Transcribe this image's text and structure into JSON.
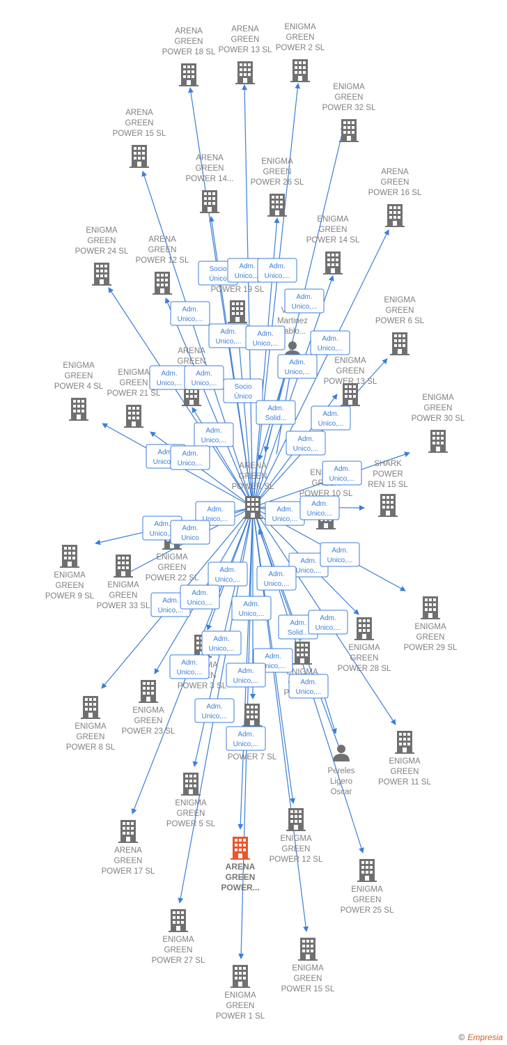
{
  "center": {
    "label": [
      "ARENA",
      "GREEN",
      "POWER  SL"
    ]
  },
  "nodes": [
    {
      "id": "ag18",
      "label": [
        "ARENA",
        "GREEN",
        "POWER 18  SL"
      ],
      "type": "company"
    },
    {
      "id": "ag13",
      "label": [
        "ARENA",
        "GREEN",
        "POWER 13  SL"
      ],
      "type": "company"
    },
    {
      "id": "eg2",
      "label": [
        "ENIGMA",
        "GREEN",
        "POWER 2  SL"
      ],
      "type": "company"
    },
    {
      "id": "eg32",
      "label": [
        "ENIGMA",
        "GREEN",
        "POWER 32  SL"
      ],
      "type": "company"
    },
    {
      "id": "ag15",
      "label": [
        "ARENA",
        "GREEN",
        "POWER 15  SL"
      ],
      "type": "company"
    },
    {
      "id": "ag14",
      "label": [
        "ARENA",
        "GREEN",
        "POWER 14..."
      ],
      "type": "company"
    },
    {
      "id": "eg26",
      "label": [
        "ENIGMA",
        "GREEN",
        "POWER 26  SL"
      ],
      "type": "company"
    },
    {
      "id": "ag16",
      "label": [
        "ARENA",
        "GREEN",
        "POWER 16  SL"
      ],
      "type": "company"
    },
    {
      "id": "eg14",
      "label": [
        "ENIGMA",
        "GREEN",
        "POWER 14  SL"
      ],
      "type": "company"
    },
    {
      "id": "eg24",
      "label": [
        "ENIGMA",
        "GREEN",
        "POWER 24  SL"
      ],
      "type": "company"
    },
    {
      "id": "ag12",
      "label": [
        "ARENA",
        "GREEN",
        "POWER 12  SL"
      ],
      "type": "company"
    },
    {
      "id": "p19",
      "label": [
        "POWER 19  SL"
      ],
      "type": "company"
    },
    {
      "id": "vmp",
      "label": [
        "Valero",
        "Martinez",
        "Pablo..."
      ],
      "type": "person"
    },
    {
      "id": "eg6",
      "label": [
        "ENIGMA",
        "GREEN",
        "POWER 6  SL"
      ],
      "type": "company"
    },
    {
      "id": "agx",
      "label": [
        "ARENA",
        "GREEN",
        "POWER..."
      ],
      "type": "company"
    },
    {
      "id": "eg13",
      "label": [
        "ENIGMA",
        "GREEN",
        "POWER 13  SL"
      ],
      "type": "company"
    },
    {
      "id": "eg4",
      "label": [
        "ENIGMA",
        "GREEN",
        "POWER 4  SL"
      ],
      "type": "company"
    },
    {
      "id": "eg21",
      "label": [
        "ENIGMA",
        "GREEN",
        "POWER 21  SL"
      ],
      "type": "company"
    },
    {
      "id": "eg30",
      "label": [
        "ENIGMA",
        "GREEN",
        "POWER 30  SL"
      ],
      "type": "company"
    },
    {
      "id": "eg10",
      "label": [
        "ENIGMA",
        "GREEN",
        "POWER 10  SL"
      ],
      "type": "company"
    },
    {
      "id": "spr15",
      "label": [
        "SHARK",
        "POWER",
        "REN 15  SL"
      ],
      "type": "company"
    },
    {
      "id": "eg22",
      "label": [
        "ENIGMA",
        "GREEN",
        "POWER 22  SL"
      ],
      "type": "company"
    },
    {
      "id": "eg9",
      "label": [
        "ENIGMA",
        "GREEN",
        "POWER 9  SL"
      ],
      "type": "company"
    },
    {
      "id": "eg33",
      "label": [
        "ENIGMA",
        "GREEN",
        "POWER 33  SL"
      ],
      "type": "company"
    },
    {
      "id": "eg29",
      "label": [
        "ENIGMA",
        "GREEN",
        "POWER 29  SL"
      ],
      "type": "company"
    },
    {
      "id": "eg28",
      "label": [
        "ENIGMA",
        "GREEN",
        "POWER 28  SL"
      ],
      "type": "company"
    },
    {
      "id": "eg3",
      "label": [
        "ENIGMA",
        "GREEN",
        "POWER 3  SL"
      ],
      "type": "company"
    },
    {
      "id": "egq",
      "label": [
        "ENIGMA",
        "GREEN",
        "POWER..."
      ],
      "type": "company"
    },
    {
      "id": "ag8",
      "label": [
        "ENIGMA",
        "GREEN",
        "POWER 8  SL"
      ],
      "type": "company"
    },
    {
      "id": "ag23",
      "label": [
        "ENIGMA",
        "GREEN",
        "POWER 23  SL"
      ],
      "type": "company"
    },
    {
      "id": "p7",
      "label": [
        "POWER 7  SL"
      ],
      "type": "company"
    },
    {
      "id": "plo",
      "label": [
        "Pereles",
        "Ligero",
        "Oscar"
      ],
      "type": "person"
    },
    {
      "id": "eg11",
      "label": [
        "ENIGMA",
        "GREEN",
        "POWER 11  SL"
      ],
      "type": "company"
    },
    {
      "id": "eg5",
      "label": [
        "ENIGMA",
        "GREEN",
        "POWER 5  SL"
      ],
      "type": "company"
    },
    {
      "id": "ag17",
      "label": [
        "ARENA",
        "GREEN",
        "POWER 17  SL"
      ],
      "type": "company"
    },
    {
      "id": "agh",
      "label": [
        "ARENA",
        "GREEN",
        "POWER..."
      ],
      "type": "company",
      "highlight": true
    },
    {
      "id": "eg12",
      "label": [
        "ENIGMA",
        "GREEN",
        "POWER 12  SL"
      ],
      "type": "company"
    },
    {
      "id": "eg25",
      "label": [
        "ENIGMA",
        "GREEN",
        "POWER 25  SL"
      ],
      "type": "company"
    },
    {
      "id": "eg27",
      "label": [
        "ENIGMA",
        "GREEN",
        "POWER 27  SL"
      ],
      "type": "company"
    },
    {
      "id": "eg15",
      "label": [
        "ENIGMA",
        "GREEN",
        "POWER 15  SL"
      ],
      "type": "company"
    },
    {
      "id": "eg1",
      "label": [
        "ENIGMA",
        "GREEN",
        "POWER 1  SL"
      ],
      "type": "company"
    }
  ],
  "edge_labels": [
    [
      "Socio",
      "Único"
    ],
    [
      "Adm.",
      "Unico,..."
    ],
    [
      "Adm.",
      "Unico,..."
    ],
    [
      "Adm.",
      "Unico,..."
    ],
    [
      "Adm.",
      "Unico,..."
    ],
    [
      "Adm.",
      "Unico,..."
    ],
    [
      "Adm.",
      "Unico,..."
    ],
    [
      "Adm.",
      "Unico,..."
    ],
    [
      "Adm.",
      "Unico,..."
    ],
    [
      "Adm.",
      "Unico,..."
    ],
    [
      "Adm.",
      "Unico,..."
    ],
    [
      "Socio",
      "Único"
    ],
    [
      "Adm.",
      "Solid..."
    ],
    [
      "Adm.",
      "Unico,..."
    ],
    [
      "Adm.",
      "Unico,..."
    ],
    [
      "Adm.",
      "Unico,..."
    ],
    [
      "Adm.",
      "Unico,..."
    ],
    [
      "Adm.",
      "Unico,..."
    ],
    [
      "Adm.",
      "Unico,..."
    ],
    [
      "Adm.",
      "Unico,..."
    ],
    [
      "Adm.",
      "Unico,..."
    ],
    [
      "Adm.",
      "Unico"
    ],
    [
      "Adm.",
      "Unico,..."
    ],
    [
      "Adm.",
      "Unico,..."
    ],
    [
      "Adm.",
      "Unico,..."
    ],
    [
      "Adm.",
      "Unico,..."
    ],
    [
      "Adm.",
      "Unico,..."
    ],
    [
      "Adm.",
      "Unico,..."
    ],
    [
      "Adm.",
      "Unico,..."
    ],
    [
      "Adm.",
      "Unico,..."
    ],
    [
      "Adm.",
      "Solid..."
    ],
    [
      "Adm.",
      "Unico,..."
    ],
    [
      "Adm.",
      "Unico,..."
    ],
    [
      "Adm.",
      "Unico,..."
    ],
    [
      "Adm.",
      "Unico,..."
    ],
    [
      "Adm.",
      "Unico,..."
    ],
    [
      "Adm.",
      "Unico,..."
    ],
    [
      "Adm.",
      "Unico,..."
    ],
    [
      "Adm.",
      "Unico,..."
    ],
    [
      "Adm.",
      "Unico,..."
    ]
  ],
  "colors": {
    "edge": "#3b7ed8",
    "node": "#707070",
    "highlight": "#e8562a",
    "label": "#808080"
  },
  "footer": {
    "copyright": "©",
    "brand": "Empresia"
  }
}
